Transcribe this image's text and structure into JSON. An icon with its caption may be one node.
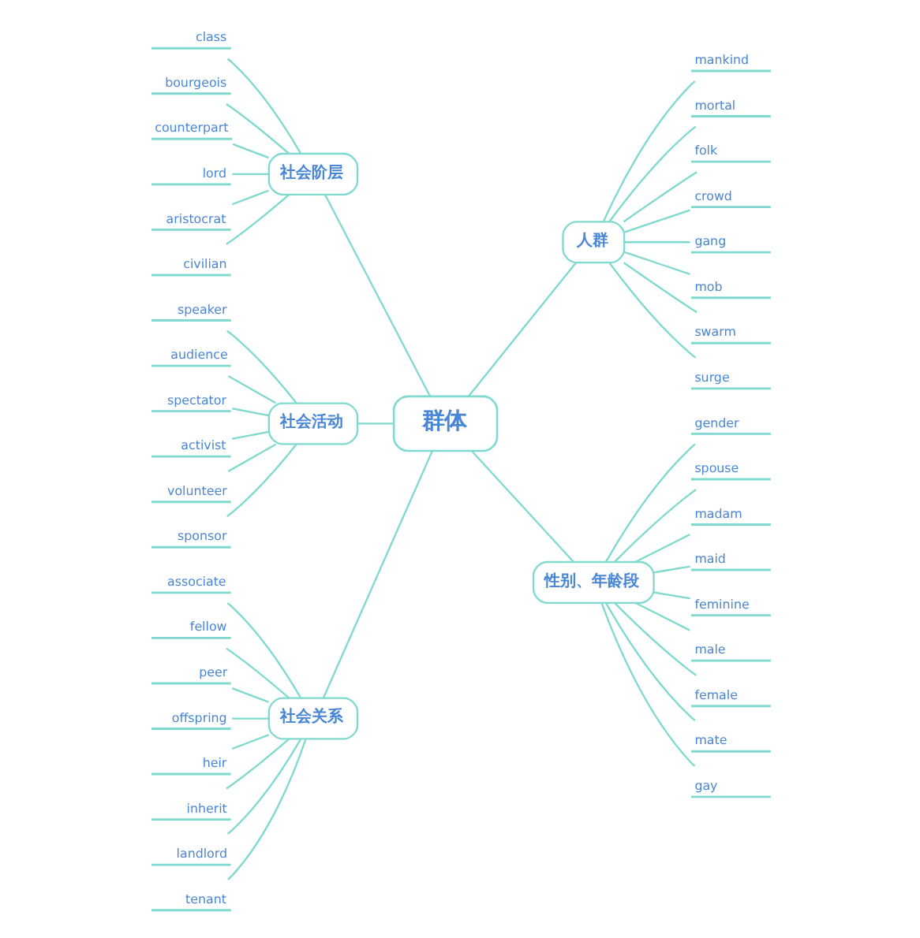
{
  "diagram": {
    "nodes": [
      {
        "text": [
          "群体"
        ]
      },
      {
        "text": [
          "社会阶层"
        ]
      },
      {
        "text": [
          "class"
        ]
      },
      {
        "text": [
          "bourgeois"
        ]
      },
      {
        "text": [
          "counterpart"
        ]
      },
      {
        "text": [
          "lord"
        ]
      },
      {
        "text": [
          "aristocrat"
        ]
      },
      {
        "text": [
          "civilian"
        ]
      },
      {
        "text": [
          "人群"
        ]
      },
      {
        "text": [
          "mankind"
        ]
      },
      {
        "text": [
          "mortal"
        ]
      },
      {
        "text": [
          "folk"
        ]
      },
      {
        "text": [
          "crowd"
        ]
      },
      {
        "text": [
          "gang"
        ]
      },
      {
        "text": [
          "mob"
        ]
      },
      {
        "text": [
          "swarm"
        ]
      },
      {
        "text": [
          "surge"
        ]
      },
      {
        "text": [
          "社会活动"
        ]
      },
      {
        "text": [
          "speaker"
        ]
      },
      {
        "text": [
          "audience"
        ]
      },
      {
        "text": [
          "spectator"
        ]
      },
      {
        "text": [
          "activist"
        ]
      },
      {
        "text": [
          "volunteer"
        ]
      },
      {
        "text": [
          "sponsor"
        ]
      },
      {
        "text": [
          "性别、年龄段"
        ]
      },
      {
        "text": [
          "gender"
        ]
      },
      {
        "text": [
          "spouse"
        ]
      },
      {
        "text": [
          "madam"
        ]
      },
      {
        "text": [
          "maid"
        ]
      },
      {
        "text": [
          "feminine"
        ]
      },
      {
        "text": [
          "male"
        ]
      },
      {
        "text": [
          "female"
        ]
      },
      {
        "text": [
          "mate"
        ]
      },
      {
        "text": [
          "gay"
        ]
      },
      {
        "text": [
          "社会关系"
        ]
      },
      {
        "text": [
          "associate"
        ]
      },
      {
        "text": [
          "fellow"
        ]
      },
      {
        "text": [
          "peer"
        ]
      },
      {
        "text": [
          "offspring"
        ]
      },
      {
        "text": [
          "heir"
        ]
      },
      {
        "text": [
          "inherit"
        ]
      },
      {
        "text": [
          "landlord"
        ]
      },
      {
        "text": [
          "tenant"
        ]
      }
    ],
    "edges": [
      {
        "from": 0,
        "to": 1,
        "arrow": "none"
      },
      {
        "from": 0,
        "to": 8,
        "arrow": "none"
      },
      {
        "from": 0,
        "to": 17,
        "arrow": "none"
      },
      {
        "from": 0,
        "to": 24,
        "arrow": "none"
      },
      {
        "from": 0,
        "to": 34,
        "arrow": "none"
      },
      {
        "from": 1,
        "to": 2,
        "arrow": "none"
      },
      {
        "from": 1,
        "to": 3,
        "arrow": "none"
      },
      {
        "from": 1,
        "to": 4,
        "arrow": "none"
      },
      {
        "from": 1,
        "to": 5,
        "arrow": "none"
      },
      {
        "from": 1,
        "to": 6,
        "arrow": "none"
      },
      {
        "from": 1,
        "to": 7,
        "arrow": "none"
      },
      {
        "from": 8,
        "to": 9,
        "arrow": "none"
      },
      {
        "from": 8,
        "to": 10,
        "arrow": "none"
      },
      {
        "from": 8,
        "to": 11,
        "arrow": "none"
      },
      {
        "from": 8,
        "to": 12,
        "arrow": "none"
      },
      {
        "from": 8,
        "to": 13,
        "arrow": "none"
      },
      {
        "from": 8,
        "to": 14,
        "arrow": "none"
      },
      {
        "from": 8,
        "to": 15,
        "arrow": "none"
      },
      {
        "from": 8,
        "to": 16,
        "arrow": "none"
      },
      {
        "from": 17,
        "to": 18,
        "arrow": "none"
      },
      {
        "from": 17,
        "to": 19,
        "arrow": "none"
      },
      {
        "from": 17,
        "to": 20,
        "arrow": "none"
      },
      {
        "from": 17,
        "to": 21,
        "arrow": "none"
      },
      {
        "from": 17,
        "to": 22,
        "arrow": "none"
      },
      {
        "from": 17,
        "to": 23,
        "arrow": "none"
      },
      {
        "from": 24,
        "to": 25,
        "arrow": "none"
      },
      {
        "from": 24,
        "to": 26,
        "arrow": "none"
      },
      {
        "from": 24,
        "to": 27,
        "arrow": "none"
      },
      {
        "from": 24,
        "to": 28,
        "arrow": "none"
      },
      {
        "from": 24,
        "to": 29,
        "arrow": "none"
      },
      {
        "from": 24,
        "to": 30,
        "arrow": "none"
      },
      {
        "from": 24,
        "to": 31,
        "arrow": "none"
      },
      {
        "from": 24,
        "to": 32,
        "arrow": "none"
      },
      {
        "from": 24,
        "to": 33,
        "arrow": "none"
      },
      {
        "from": 34,
        "to": 35,
        "arrow": "none"
      },
      {
        "from": 34,
        "to": 36,
        "arrow": "none"
      },
      {
        "from": 34,
        "to": 37,
        "arrow": "none"
      },
      {
        "from": 34,
        "to": 38,
        "arrow": "none"
      },
      {
        "from": 34,
        "to": 39,
        "arrow": "none"
      },
      {
        "from": 34,
        "to": 40,
        "arrow": "none"
      },
      {
        "from": 34,
        "to": 41,
        "arrow": "none"
      },
      {
        "from": 34,
        "to": 42,
        "arrow": "none"
      }
    ]
  }
}
